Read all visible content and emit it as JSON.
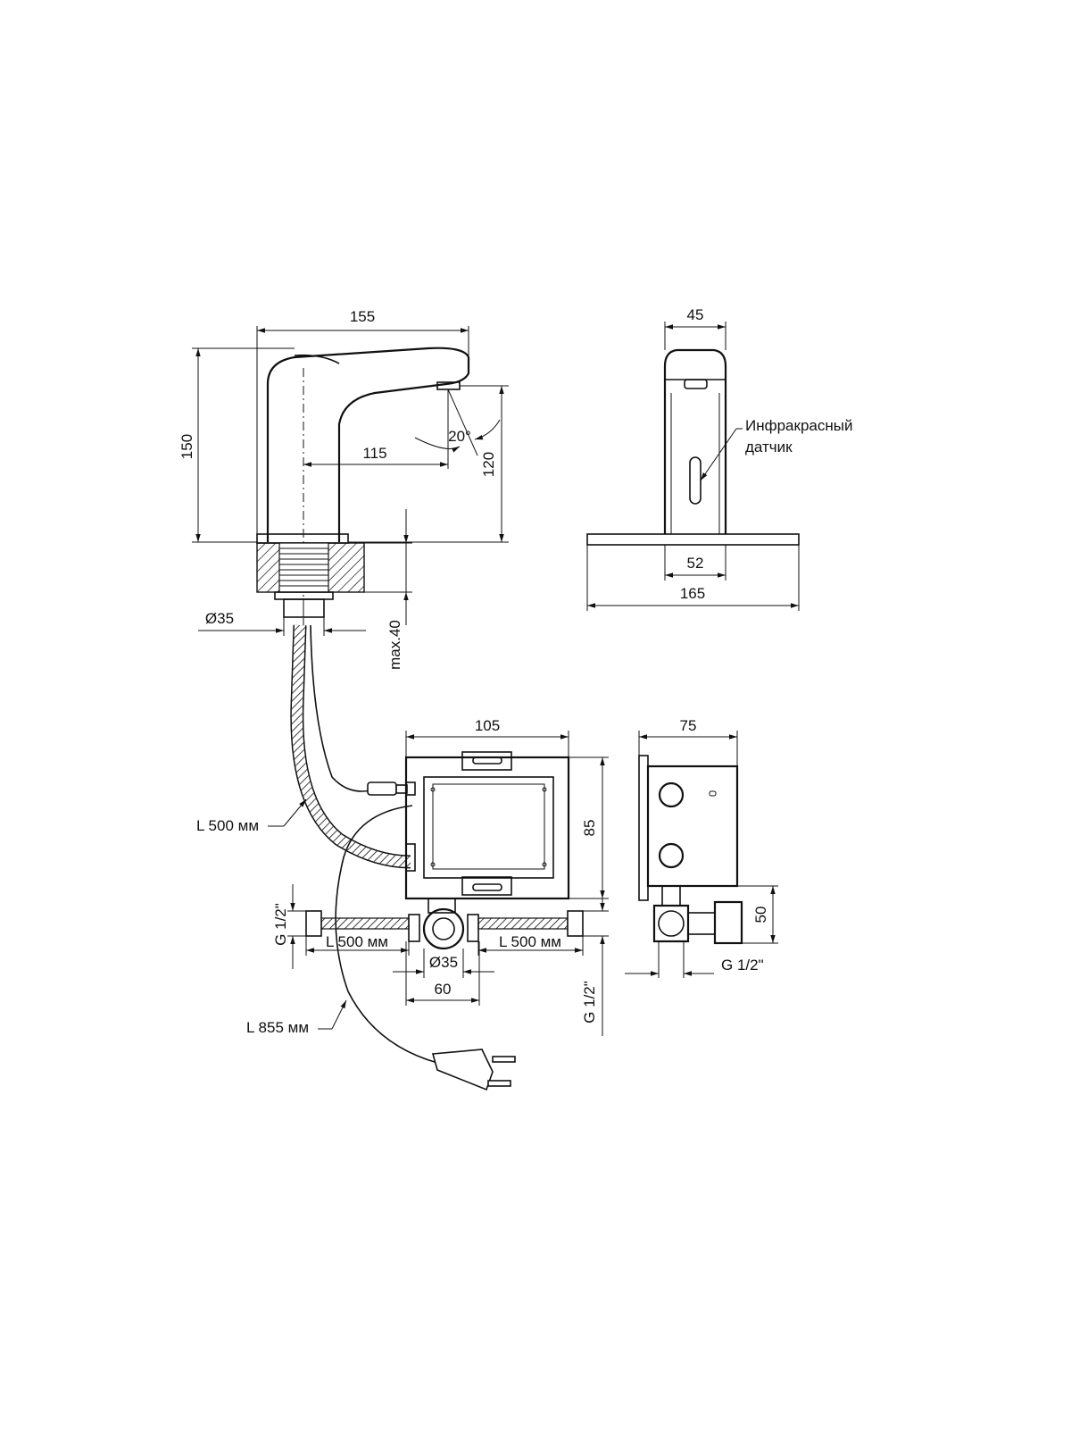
{
  "labels": {
    "faucet_width": "155",
    "faucet_height": "150",
    "spout_reach": "115",
    "spout_height": "120",
    "spout_angle": "20°",
    "shank_diameter": "Ø35",
    "max_thickness": "max.40",
    "front_width": "45",
    "base_inner": "52",
    "base_plate": "165",
    "sensor_label_line1": "Инфракрасный",
    "sensor_label_line2": "датчик",
    "box_width": "105",
    "box_height": "85",
    "box_depth": "75",
    "box_valve_height": "50",
    "hose_sensor": "L 500 мм",
    "hose_left": "L 500 мм",
    "hose_right": "L 500 мм",
    "cable_length": "L 855 мм",
    "thread_left": "G 1/2\"",
    "thread_bottom": "G 1/2\"",
    "thread_side": "G 1/2\"",
    "valve_diameter": "Ø35",
    "valve_spacing": "60"
  },
  "colors": {
    "line": "#111111",
    "background": "#ffffff"
  }
}
